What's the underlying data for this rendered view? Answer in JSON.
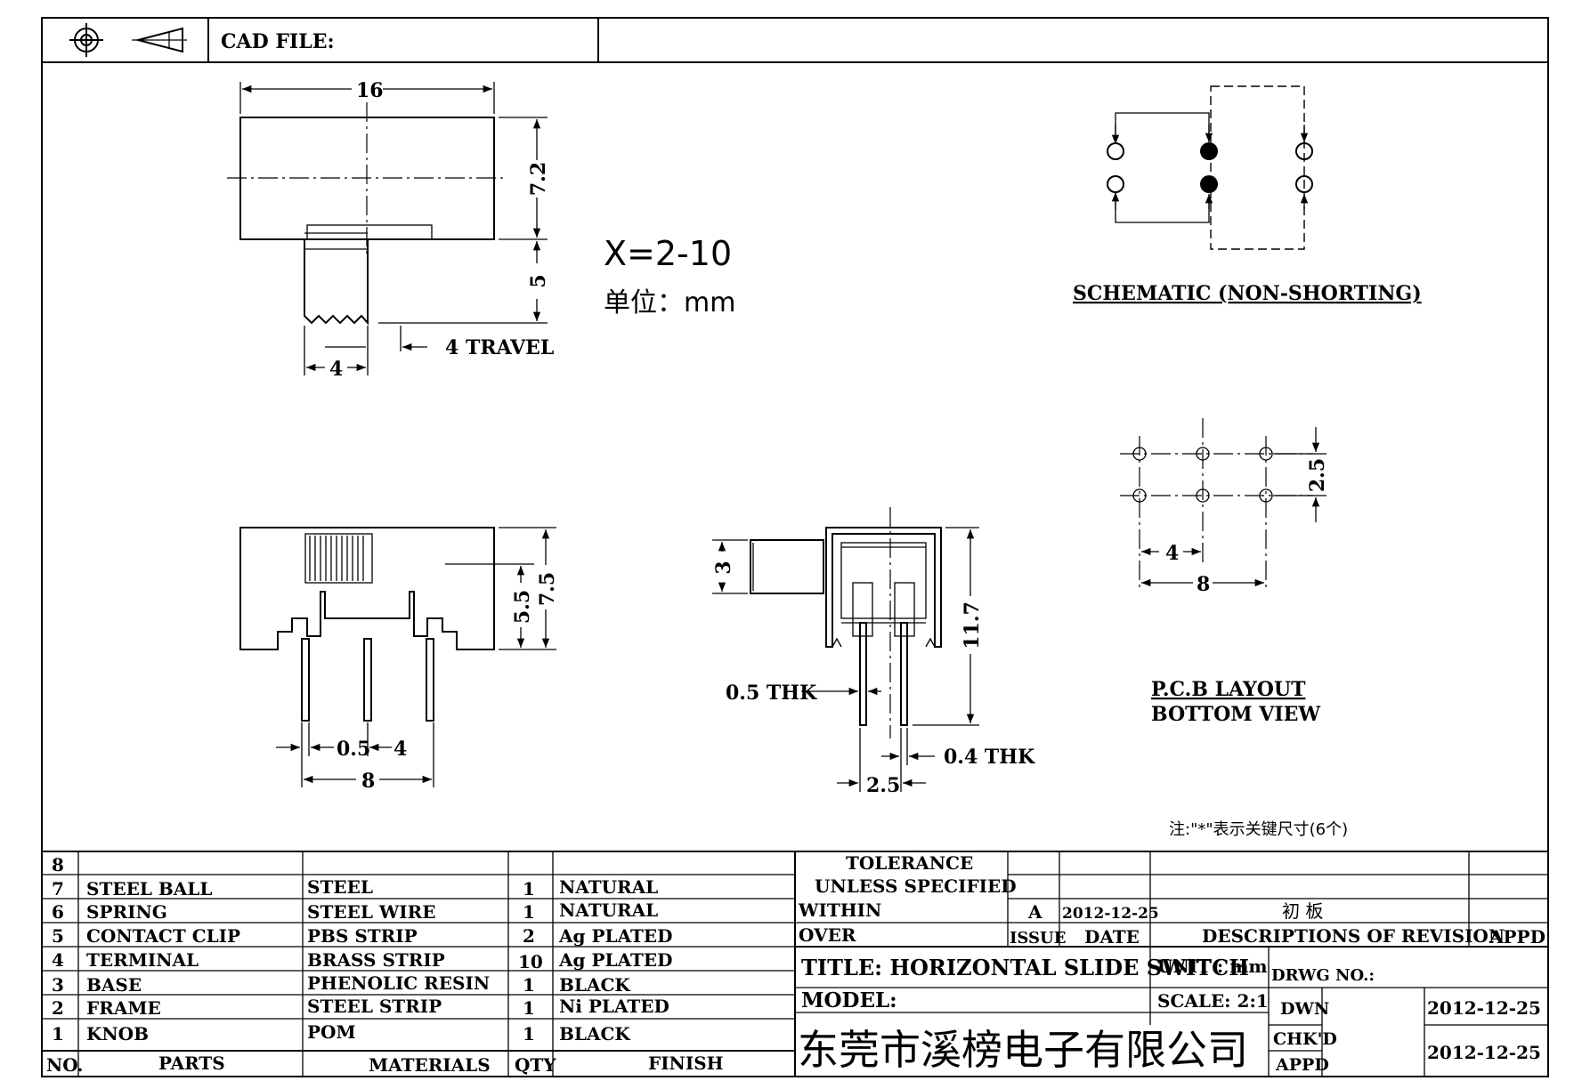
{
  "header": {
    "cad_file_label": "CAD FILE:"
  },
  "top_view": {
    "width": "16",
    "height": "7.2",
    "knob_height": "5",
    "knob_width": "4",
    "travel": "4 TRAVEL"
  },
  "x_range": "X=2-10",
  "unit_label": "单位：mm",
  "schematic": {
    "title": "SCHEMATIC (NON-SHORTING)"
  },
  "pcb": {
    "pitch_y": "2.5",
    "pitch_x": "4",
    "span_x": "8",
    "title_line1": "P.C.B LAYOUT",
    "title_line2": "BOTTOM VIEW"
  },
  "front_view": {
    "height_body": "5.5",
    "height_total": "7.5",
    "pin_thk": "0.5",
    "pin_pitch": "4",
    "pin_span": "8"
  },
  "side_view": {
    "knob": "3",
    "height": "11.7",
    "thk_left": "0.5 THK",
    "thk_right": "0.4 THK",
    "pitch": "2.5"
  },
  "note": "注:\"*\"表示关键尺寸(6个)",
  "bom": {
    "rows": [
      {
        "no": "8",
        "part": "",
        "material": "",
        "qty": "",
        "finish": ""
      },
      {
        "no": "7",
        "part": "STEEL BALL",
        "material": "STEEL",
        "qty": "1",
        "finish": "NATURAL"
      },
      {
        "no": "6",
        "part": "SPRING",
        "material": "STEEL WIRE",
        "qty": "1",
        "finish": "NATURAL"
      },
      {
        "no": "5",
        "part": "CONTACT CLIP",
        "material": "PBS STRIP",
        "qty": "2",
        "finish": "Ag PLATED"
      },
      {
        "no": "4",
        "part": "TERMINAL",
        "material": "BRASS STRIP",
        "qty": "10",
        "finish": "Ag PLATED"
      },
      {
        "no": "3",
        "part": "BASE",
        "material": "PHENOLIC RESIN",
        "qty": "1",
        "finish": "BLACK"
      },
      {
        "no": "2",
        "part": "FRAME",
        "material": "STEEL STRIP",
        "qty": "1",
        "finish": "Ni PLATED"
      },
      {
        "no": "1",
        "part": "KNOB",
        "material": "POM",
        "qty": "1",
        "finish": "BLACK"
      }
    ],
    "headers": {
      "no": "NO.",
      "part": "PARTS",
      "material": "MATERIALS",
      "qty": "QTY",
      "finish": "FINISH"
    }
  },
  "title_block": {
    "tolerance_line1": "TOLERANCE",
    "tolerance_line2": "UNLESS  SPECIFIED",
    "within": "WITHIN",
    "over": "OVER",
    "issue_value": "A",
    "date_value": "2012-12-25",
    "revision_desc": "初 板",
    "issue_label": "ISSUE",
    "date_label": "DATE",
    "desc_label": "DESCRIPTIONS OF REVISION",
    "appd_label": "APPD",
    "title": "TITLE: HORIZONTAL SLIDE SWITCH",
    "unit": "UNIT : mm",
    "drwg_no": "DRWG NO.:",
    "model": "MODEL:",
    "scale": "SCALE: 2:1",
    "dwn_label": "DWN",
    "dwn_date": "2012-12-25",
    "chkd_label": "CHK'D",
    "appd2_label": "APPD",
    "chk_date": "2012-12-25",
    "company": "东莞市溪榜电子有限公司"
  }
}
